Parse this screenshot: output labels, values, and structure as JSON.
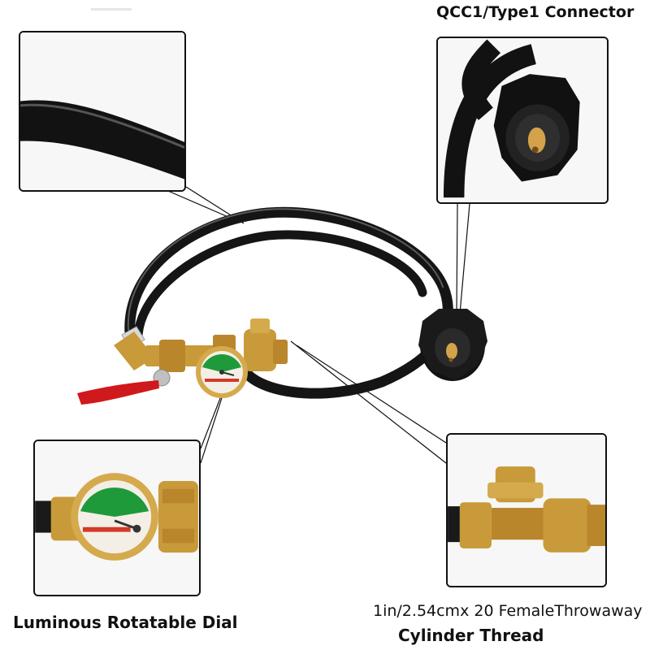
{
  "labels": {
    "connector": "QCC1/Type1 Connector",
    "dial": "Luminous Rotatable Dial",
    "thread_size": "1in/2.54cmx 20 FemaleThrowaway",
    "thread_name": "Cylinder Thread"
  },
  "colors": {
    "hose": "#151515",
    "brass": "#c99a3a",
    "handle": "#d0191c",
    "dial_green": "#1f9a3a",
    "dial_red": "#d23a2a"
  }
}
